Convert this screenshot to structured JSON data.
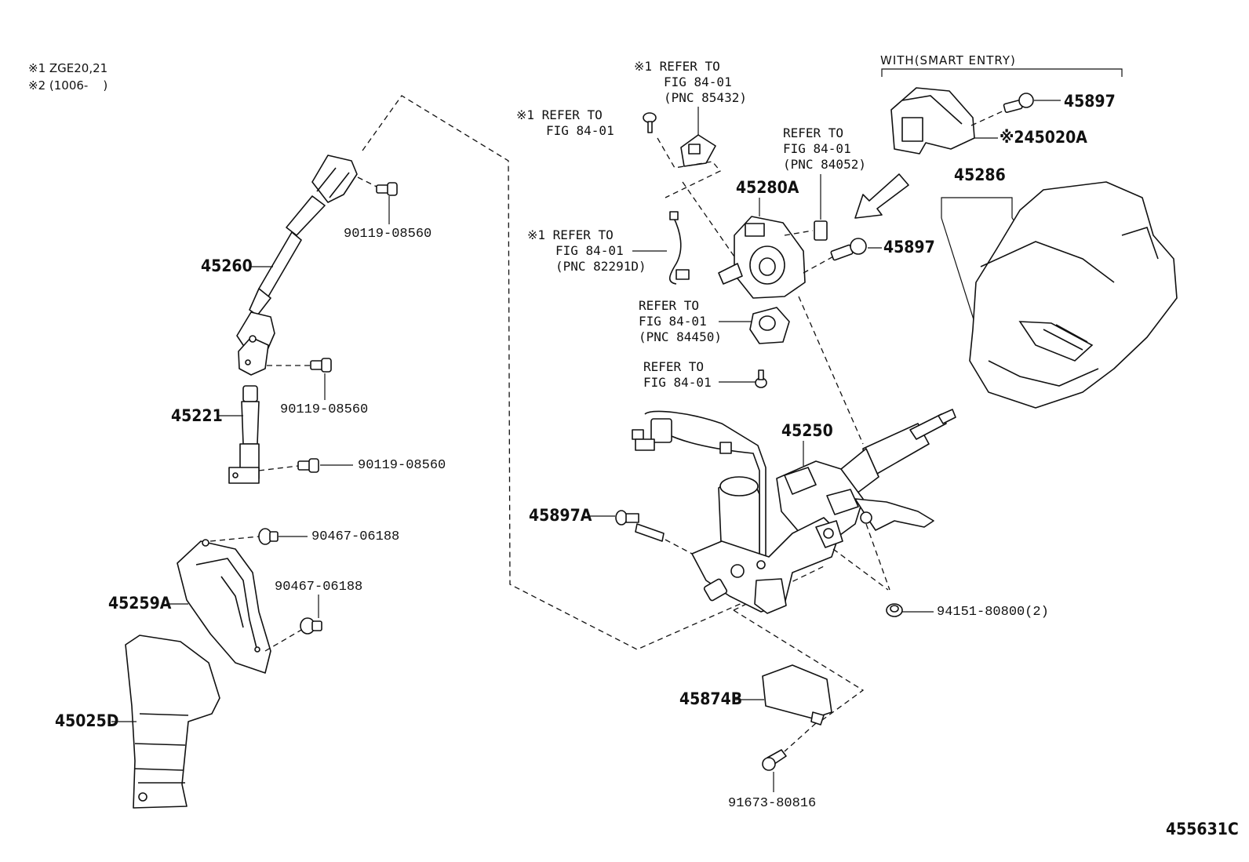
{
  "notes": {
    "note1": "※1 ZGE20,21",
    "note2": "※2 (1006-    )"
  },
  "header": {
    "smart_entry": "WITH(SMART ENTRY)"
  },
  "parts": {
    "p45260": "45260",
    "p90119_a": "90119-08560",
    "p90119_b": "90119-08560",
    "p90119_c": "90119-08560",
    "p45221": "45221",
    "p90467_a": "90467-06188",
    "p90467_b": "90467-06188",
    "p45259A": "45259A",
    "p45025D": "45025D",
    "p45280A": "45280A",
    "p45897_a": "45897",
    "p45897_b": "45897",
    "p45020A": "※245020A",
    "p45286": "45286",
    "p45250": "45250",
    "p45897A": "45897A",
    "p94151": "94151-80800(2)",
    "p45874B": "45874B",
    "p91673": "91673-80816"
  },
  "refs": {
    "r1_l1": "※1 REFER TO",
    "r1_l2": "FIG 84-01",
    "r1_l3": "(PNC 85432)",
    "r2_l1": "※1 REFER TO",
    "r2_l2": "FIG 84-01",
    "r3_l1": "REFER TO",
    "r3_l2": "FIG 84-01",
    "r3_l3": "(PNC 84052)",
    "r4_l1": "※1 REFER TO",
    "r4_l2": "FIG 84-01",
    "r4_l3": "(PNC 82291D)",
    "r5_l1": "REFER TO",
    "r5_l2": "FIG 84-01",
    "r5_l3": "(PNC 84450)",
    "r6_l1": "REFER TO",
    "r6_l2": "FIG 84-01"
  },
  "figure_id": "455631C"
}
